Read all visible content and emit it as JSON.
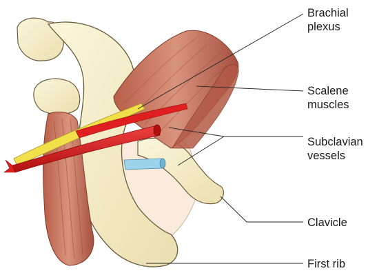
{
  "labels": {
    "brachial_plexus": [
      "Brachial",
      "plexus"
    ],
    "scalene_muscles": [
      "Scalene",
      "muscles"
    ],
    "subclavian_vessels": [
      "Subclavian",
      "vessels"
    ],
    "clavicle": [
      "Clavicle"
    ],
    "first_rib": [
      "First rib"
    ]
  },
  "colors": {
    "bone": "#F6EFC8",
    "bone_shade": "#E8DBA8",
    "muscle": "#C8705A",
    "muscle_dark": "#9C4A3A",
    "nerve": "#F2E04A",
    "artery": "#E02020",
    "vein": "#9CD2EA",
    "pleura": "#FBEBDD",
    "outline": "#4A3A2A"
  }
}
